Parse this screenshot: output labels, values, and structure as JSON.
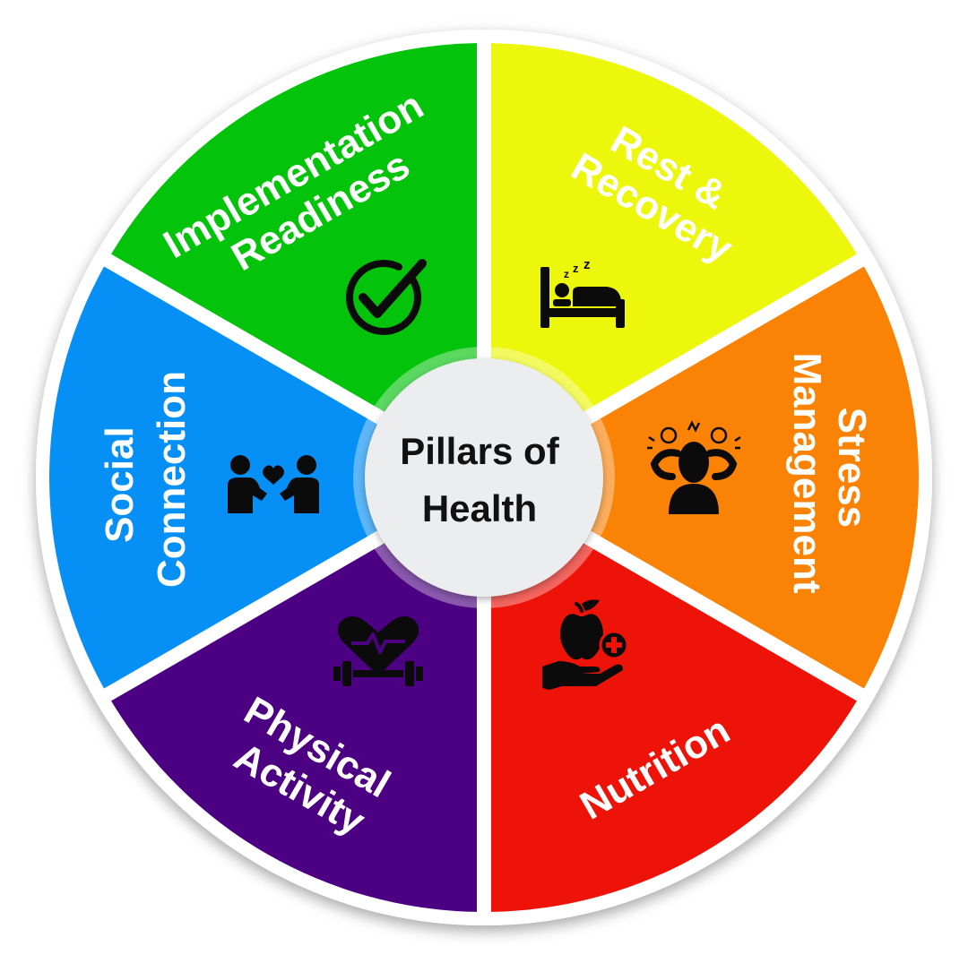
{
  "diagram": {
    "title_lines": [
      "Pillars of",
      "Health"
    ],
    "segments": [
      {
        "id": "rest",
        "label_lines": [
          "Rest &",
          "Recovery"
        ],
        "color": "#EDF70C",
        "icon": "bed-sleeping-icon"
      },
      {
        "id": "stress",
        "label_lines": [
          "Stress",
          "Management"
        ],
        "color": "#FA8205",
        "icon": "stressed-person-icon"
      },
      {
        "id": "nutrition",
        "label_lines": [
          "Nutrition"
        ],
        "color": "#EE1308",
        "icon": "apple-hand-icon"
      },
      {
        "id": "physical",
        "label_lines": [
          "Physical",
          "Activity"
        ],
        "color": "#4C0183",
        "icon": "heart-dumbbell-icon"
      },
      {
        "id": "social",
        "label_lines": [
          "Social",
          "Connection"
        ],
        "color": "#0690F5",
        "icon": "people-heart-icon"
      },
      {
        "id": "implementation",
        "label_lines": [
          "Implementation",
          "Readiness"
        ],
        "color": "#03C40B",
        "icon": "check-circle-icon"
      }
    ]
  }
}
